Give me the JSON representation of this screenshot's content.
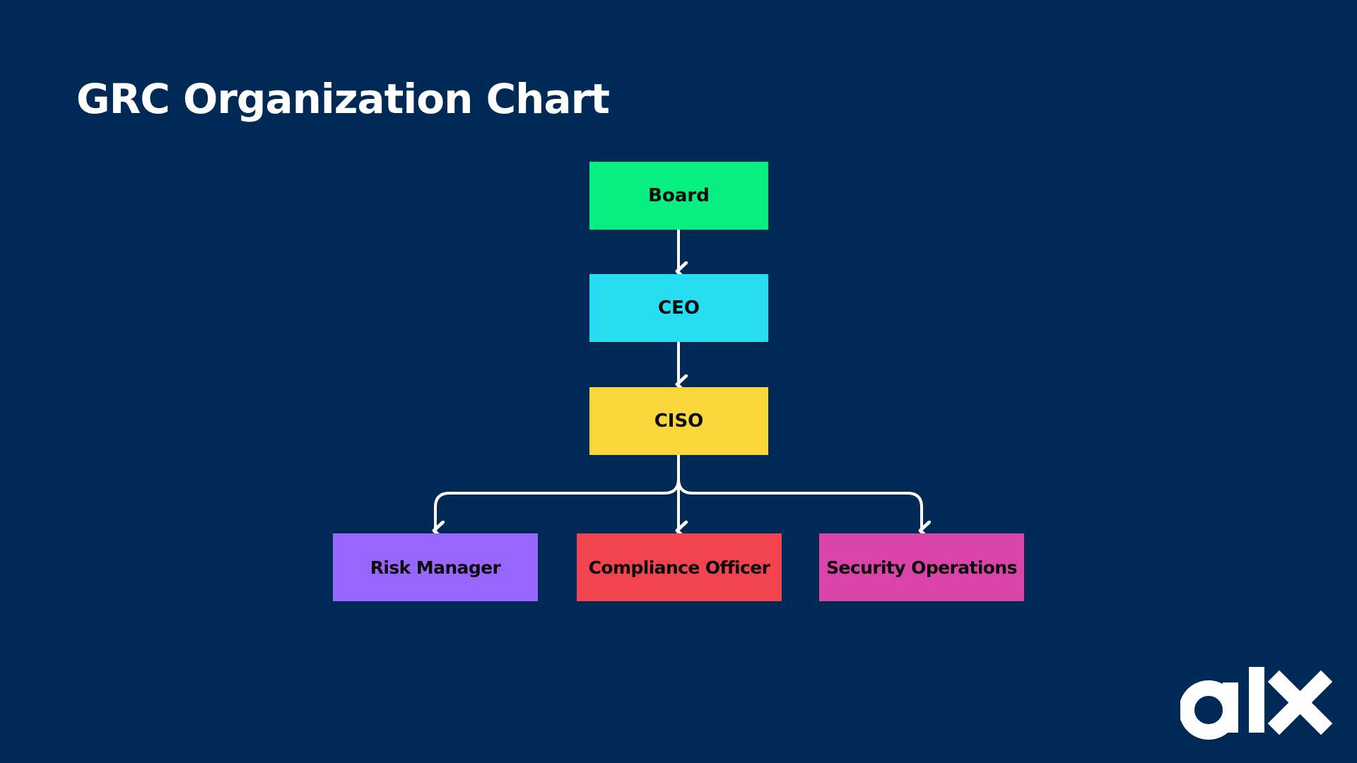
{
  "slide": {
    "title": "GRC Organization Chart"
  },
  "org_chart": {
    "nodes": [
      {
        "id": "board",
        "label": "Board",
        "color": "#06ef80"
      },
      {
        "id": "ceo",
        "label": "CEO",
        "color": "#27ddf2"
      },
      {
        "id": "ciso",
        "label": "CISO",
        "color": "#f9d639"
      },
      {
        "id": "risk",
        "label": "Risk Manager",
        "color": "#9966fd"
      },
      {
        "id": "compliance",
        "label": "Compliance Officer",
        "color": "#f2444f"
      },
      {
        "id": "secops",
        "label": "Security Operations",
        "color": "#d944a9"
      }
    ],
    "edges": [
      {
        "from": "board",
        "to": "ceo"
      },
      {
        "from": "ceo",
        "to": "ciso"
      },
      {
        "from": "ciso",
        "to": "risk"
      },
      {
        "from": "ciso",
        "to": "compliance"
      },
      {
        "from": "ciso",
        "to": "secops"
      }
    ]
  },
  "colors": {
    "background": "#002a56",
    "connector": "#ffffff",
    "title": "#ffffff"
  },
  "logo": {
    "text": "alx",
    "icon": "alx-logo"
  }
}
